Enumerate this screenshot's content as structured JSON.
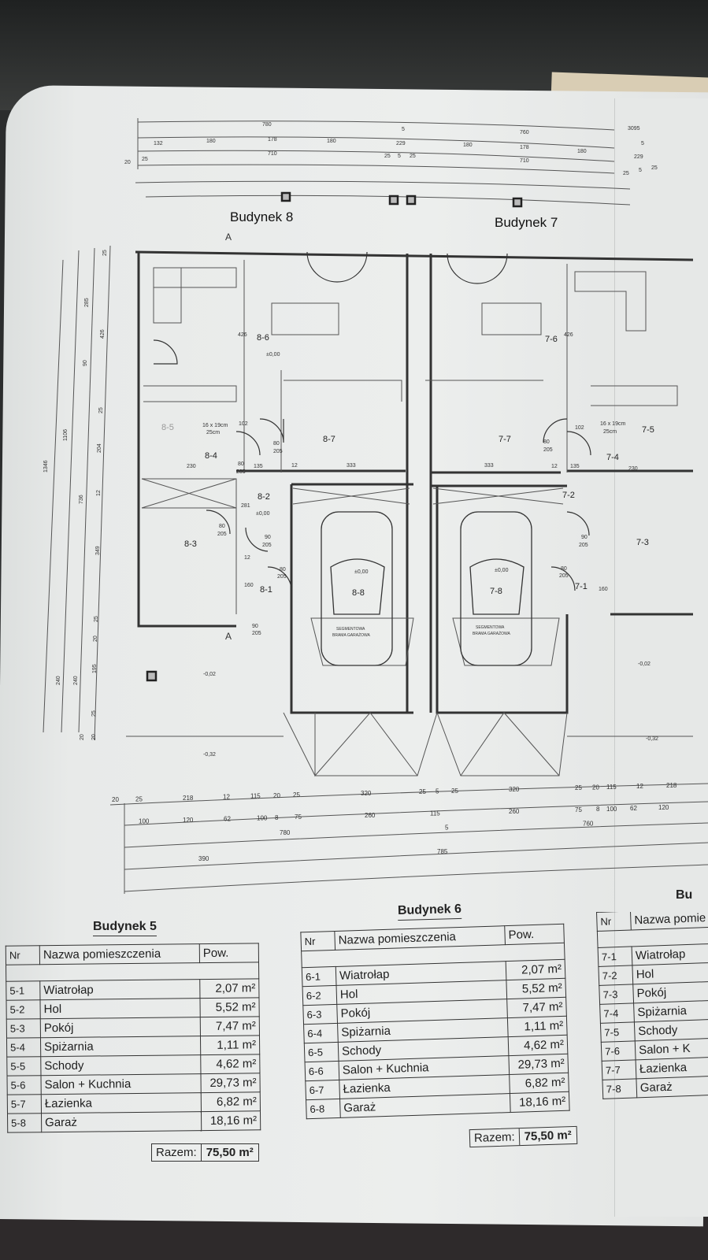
{
  "plan": {
    "building_left": "Budynek 8",
    "building_right": "Budynek 7",
    "dims_top": [
      "780",
      "5",
      "760",
      "3095",
      "132",
      "180",
      "178",
      "180",
      "229",
      "180",
      "178",
      "180",
      "5",
      "229",
      "20",
      "25",
      "710",
      "25",
      "5",
      "25",
      "710",
      "25",
      "5",
      "25"
    ],
    "dims_bottom_row1": [
      "20",
      "25",
      "218",
      "12",
      "115",
      "20",
      "25",
      "320",
      "25",
      "5",
      "25",
      "320",
      "25",
      "20",
      "115",
      "12",
      "218"
    ],
    "dims_bottom_row2": [
      "100",
      "120",
      "62",
      "100",
      "8",
      "75",
      "260",
      "115",
      "260",
      "75",
      "8",
      "100",
      "62",
      "120"
    ],
    "dims_bottom_row3": [
      "780",
      "5",
      "760"
    ],
    "dims_bottom_row4": [
      "390",
      "785"
    ],
    "dims_left": [
      "1346",
      "1106",
      "736",
      "240",
      "240",
      "20",
      "25",
      "285",
      "426",
      "90",
      "25",
      "204",
      "12",
      "349",
      "25",
      "20",
      "195",
      "25",
      "20"
    ],
    "rooms": [
      "8-6",
      "8-7",
      "8-4",
      "8-2",
      "8-3",
      "8-1",
      "8-8",
      "8-5",
      "7-6",
      "7-7",
      "7-5",
      "7-4",
      "7-2",
      "7-3",
      "7-1",
      "7-8"
    ],
    "interior_dims": [
      "426",
      "102",
      "230",
      "135",
      "12",
      "333",
      "80",
      "205",
      "80",
      "205",
      "281",
      "80",
      "205",
      "90",
      "205",
      "12",
      "160",
      "80",
      "205",
      "90",
      "205",
      "426",
      "102",
      "135",
      "12",
      "333",
      "230",
      "80",
      "205",
      "90",
      "205",
      "80",
      "205",
      "160"
    ],
    "levels": [
      "±0,00",
      "±0,00",
      "±0,00",
      "±0,00",
      "-0,02",
      "-0,32",
      "-0,02",
      "-0,32"
    ],
    "stairs": [
      "16 x 19cm",
      "25cm",
      "16 x 19cm",
      "25cm"
    ],
    "garage_door": [
      "SEGMENTOWA",
      "BRAMA GARAŻOWA"
    ],
    "section_mark": "A"
  },
  "tables": [
    {
      "title": "Budynek 5",
      "headers": [
        "Nr",
        "Nazwa pomieszczenia",
        "Pow."
      ],
      "rows": [
        [
          "5-1",
          "Wiatrołap",
          "2,07 m²"
        ],
        [
          "5-2",
          "Hol",
          "5,52 m²"
        ],
        [
          "5-3",
          "Pokój",
          "7,47 m²"
        ],
        [
          "5-4",
          "Spiżarnia",
          "1,11 m²"
        ],
        [
          "5-5",
          "Schody",
          "4,62 m²"
        ],
        [
          "5-6",
          "Salon + Kuchnia",
          "29,73 m²"
        ],
        [
          "5-7",
          "Łazienka",
          "6,82 m²"
        ],
        [
          "5-8",
          "Garaż",
          "18,16 m²"
        ]
      ],
      "total_label": "Razem:",
      "total_value": "75,50 m²"
    },
    {
      "title": "Budynek 6",
      "headers": [
        "Nr",
        "Nazwa pomieszczenia",
        "Pow."
      ],
      "rows": [
        [
          "6-1",
          "Wiatrołap",
          "2,07 m²"
        ],
        [
          "6-2",
          "Hol",
          "5,52 m²"
        ],
        [
          "6-3",
          "Pokój",
          "7,47 m²"
        ],
        [
          "6-4",
          "Spiżarnia",
          "1,11 m²"
        ],
        [
          "6-5",
          "Schody",
          "4,62 m²"
        ],
        [
          "6-6",
          "Salon + Kuchnia",
          "29,73 m²"
        ],
        [
          "6-7",
          "Łazienka",
          "6,82 m²"
        ],
        [
          "6-8",
          "Garaż",
          "18,16 m²"
        ]
      ],
      "total_label": "Razem:",
      "total_value": "75,50 m²"
    },
    {
      "title": "Bu",
      "headers": [
        "Nr",
        "Nazwa pomie"
      ],
      "rows": [
        [
          "7-1",
          "Wiatrołap"
        ],
        [
          "7-2",
          "Hol"
        ],
        [
          "7-3",
          "Pokój"
        ],
        [
          "7-4",
          "Spiżarnia"
        ],
        [
          "7-5",
          "Schody"
        ],
        [
          "7-6",
          "Salon + K"
        ],
        [
          "7-7",
          "Łazienka"
        ],
        [
          "7-8",
          "Garaż"
        ]
      ]
    }
  ]
}
